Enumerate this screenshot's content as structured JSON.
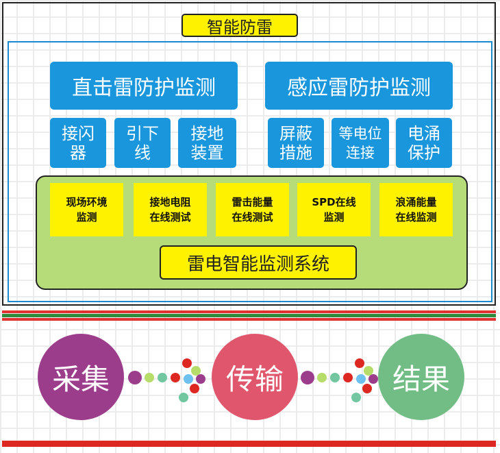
{
  "title": "智能防雷",
  "direct": {
    "label": "直击雷防护监测",
    "items": [
      "接闪\n器",
      "引下\n线",
      "接地\n装置"
    ]
  },
  "induced": {
    "label": "感应雷防护监测",
    "items": [
      "屏蔽\n措施",
      "等电位\n连接",
      "电涌\n保护"
    ]
  },
  "monitors": [
    "现场环境\n监测",
    "接地电阻\n在线测试",
    "雷击能量\n在线测试",
    "SPD在线\n监测",
    "浪涌能量\n在线监测"
  ],
  "system_label": "雷电智能监测系统",
  "flow": [
    {
      "label": "采集",
      "color": "#9c3d8c"
    },
    {
      "label": "传输",
      "color": "#e0566c"
    },
    {
      "label": "结果",
      "color": "#72bd85"
    }
  ]
}
